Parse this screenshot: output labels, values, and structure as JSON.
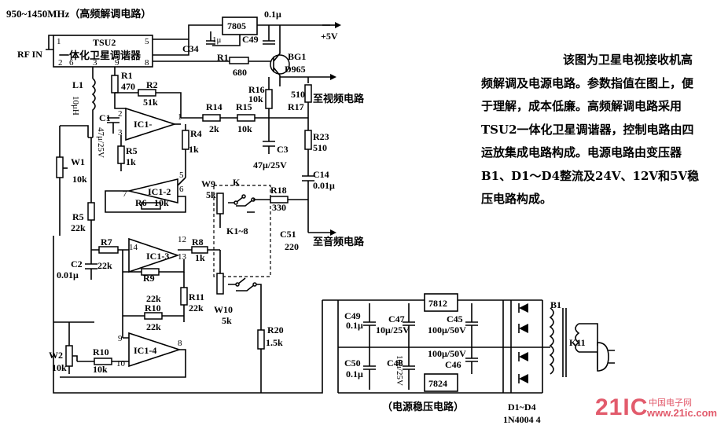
{
  "title": "950~1450MHz（高频解调电路）",
  "description": "该图为卫星电视接收机高频解调及电源电路。参数指值在图上，便于理解，成本低廉。高频解调电路采用TSU2一体化卫星调谐器，控制电路由四运放集成电路构成。电源电路由变压器B1、D1～D4整流及24V、12V和5V稳压电路构成。",
  "power_caption": "（电源稳压电路）",
  "tuner": {
    "name": "TSU2",
    "subtitle": "一体化卫星调谐器",
    "pins_top": [
      "1",
      "5"
    ],
    "pins_bottom": [
      "2",
      "6",
      "3",
      "9",
      "8"
    ],
    "rf_in": "RF IN"
  },
  "outputs": {
    "v5": "+5V",
    "video": "至视频电路",
    "audio": "至音频电路"
  },
  "chips": {
    "reg5": "7805",
    "reg12": "7812",
    "reg24": "7824",
    "transistor": "BG1",
    "transistor_type": "D965"
  },
  "opamps": {
    "ic1": "IC1-",
    "ic2": "IC1-2",
    "ic3": "IC1-3",
    "ic4": "IC1-4"
  },
  "resistors": {
    "r1": "R1",
    "r1v": "680",
    "r1b": "R1",
    "r1bv": "470",
    "r2": "R2",
    "r2v": "51k",
    "r4": "R4",
    "r4v": "1k",
    "r5": "R5",
    "r5v": "1k",
    "r5b": "R5",
    "r5bv": "22k",
    "r6": "R6",
    "r6v": "10k",
    "r7": "R7",
    "r7v": "22k",
    "r8": "R8",
    "r8v": "1k",
    "r9": "R9",
    "r9v": "22k",
    "r10": "R10",
    "r10v": "22k",
    "r10b": "R10",
    "r10bv": "10k",
    "r11": "R11",
    "r11v": "22k",
    "r14": "R14",
    "r14v": "2k",
    "r15": "R15",
    "r15v": "10k",
    "r16": "R16",
    "r16v": "10k",
    "r17": "R17",
    "r17v": "510",
    "r18": "R18",
    "r18v": "330",
    "r20": "R20",
    "r20v": "1.5k",
    "r23": "R23",
    "r23v": "510"
  },
  "capacitors": {
    "c1": "C1",
    "c1v": "47μ/25V",
    "c2": "C2",
    "c2v": "0.01μ",
    "c3": "C3",
    "c3v": "47μ/25V",
    "c14": "C14",
    "c14v": "0.01μ",
    "c34": "C34",
    "c34v": "1μ",
    "c49": "C49",
    "c49top": "0.1μ",
    "c51": "C51",
    "c51v": "220",
    "c49p": "C49",
    "c49pv": "0.1μ",
    "c47": "C47",
    "c47v": "10μ/25V",
    "c45": "C45",
    "c45v": "100μ/50V",
    "c50": "C50",
    "c50v": "0.1μ",
    "c48": "C48",
    "c48v": "10μ/25V",
    "c46": "C46",
    "c46v": "100μ/50V"
  },
  "misc": {
    "l1": "L1",
    "l1v": "10μH",
    "w1": "W1",
    "w1v": "10k",
    "w2": "W2",
    "w2v": "10k",
    "w9": "W9",
    "w9v": "5k",
    "w10": "W10",
    "w10v": "5k",
    "k": "K",
    "k18": "K1~8",
    "b1": "B1",
    "k11": "K11",
    "diodes": "D1~D4",
    "diode_type": "1N4004 4"
  },
  "pin_numbers": [
    "1",
    "2",
    "3",
    "5",
    "6",
    "7",
    "12",
    "13",
    "14",
    "9",
    "10",
    "8"
  ],
  "watermark": {
    "brand": "21IC",
    "cn": "中国电子网",
    "url": "www.21ic.com"
  }
}
